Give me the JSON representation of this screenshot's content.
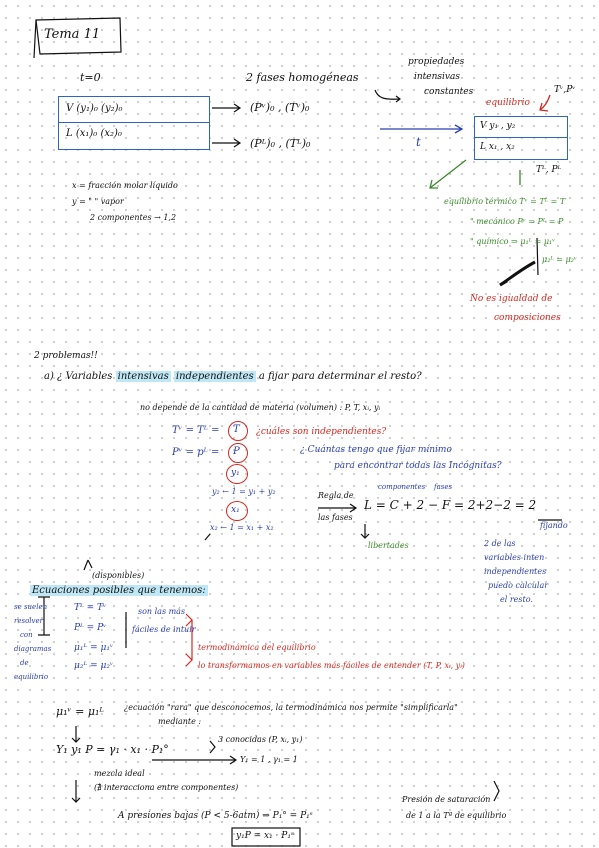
{
  "title": "Tema 11",
  "t0": "t=0",
  "fases": "2 fases homogéneas",
  "props": [
    "propiedades",
    "intensivas",
    "constantes"
  ],
  "vapor_row": "V  (y₁)₀ (y₂)₀",
  "liquid_row": "L  (x₁)₀ (x₂)₀",
  "vapor_props": "(Pᵛ)₀ , (Tᵛ)₀",
  "liquid_props": "(Pᴸ)₀ , (Tᴸ)₀",
  "t_arrow": "t",
  "equilibrio": "equilibrio",
  "tv_pv": "Tᵛ,Pᵛ",
  "eq_v_row": "V  y₁ , y₂",
  "eq_l_row": "L  x₁ , x₂",
  "tl_pl": "Tᴸ, Pᴸ",
  "defs": [
    "x = fracción molar líquido",
    "y = \"   \"    vapor",
    "2 componentes → 1,2"
  ],
  "eq_list": [
    "equilibrio térmico  Tᵛ = Tᴸ = T",
    "\" mecánico  Pᵛ = Pᴸ = P",
    "\" químico ⇒ μ₁ᴸ = μ₁ᵛ",
    "μ₂ᴸ = μ₂ᵛ"
  ],
  "no_igualdad": [
    "No es igualdad de",
    "composiciones"
  ],
  "problemas": "2 problemas!!",
  "q_a_prefix": "a) ¿ Variables",
  "q_a_intensivas": "intensivas",
  "q_a_indep": "independientes",
  "q_a_rest": "a fijar para determinar el resto?",
  "no_depende": "no depende de la cantidad de materia (volumen) : P, T, xᵢ, yᵢ",
  "tv_eq": "Tᵛ = Tᴸ =",
  "t_circ": "T",
  "cuales": "¿cuáles son independientes?",
  "pv_eq": "Pᵛ = pᴸ =",
  "p_circ": "P",
  "cuantas": [
    "¿ Cuántas tengo que fijar mínimo",
    "para encontrar todas las Incógnitas?"
  ],
  "y1_circ": "y₁",
  "y2_rel": "y₂ ←  1 = y₁ + y₂",
  "x1_circ": "x₁",
  "x2_rel": "x₂ ←  1 = x₁ + x₂",
  "regla": [
    "Regla de",
    "las fases"
  ],
  "componentes": "componentes",
  "fases_lbl": "fases",
  "formula": "L = C + 2 − F  =  2+2−2 = 2",
  "fijando": "fijando",
  "libertades": "libertades",
  "indep_note": [
    "2 de las",
    "variables inten",
    "independientes",
    "puedo calcular",
    "el resto."
  ],
  "disponibles": "(disponibles)",
  "ecuaciones": "Ecuaciones posibles que tenemos:",
  "side_note": [
    "se suelen",
    "resolver",
    "con",
    "diagramas",
    "de",
    "equilibrio"
  ],
  "eq_sys": [
    "Tᴸ = Tᵛ",
    "Pᴸ = Pᵛ",
    "μ₁ᴸ = μ₁ᵛ",
    "μ₂ᴸ = μ₂ᵛ"
  ],
  "son_mas": [
    "son las más",
    "fáciles de intuir"
  ],
  "termo": "termodinámica del equilibrio",
  "lo_transf": "lo transformamos en variables más fáciles de entender (T, P, xᵢ, yᵢ)",
  "mu_eq": "μ₁ᵛ = μ₁ᴸ",
  "ecuacion_rara": "¿ecuación \"rara\" que desconocemos, la termodinámica nos permite \"simplificarla\"",
  "mediante": "mediante :",
  "main_eq": "Y₁ y₁ P = γ₁ · x₁ · P₁°",
  "conocidas": "3 conocidas (P, xᵢ, y₁)",
  "mezcla": "mezcla ideal",
  "interaccion": "(∄ interacciona entre componentes)",
  "ideal_result": "Y₁ = 1 , γ₁ = 1",
  "presiones": "A presiones bajas  (P < 5-6atm) ⇒ P₁° = P₁ˢ",
  "presion_sat": [
    "Presión de saturación",
    "de 1 a la Tª de equilibrio"
  ],
  "final_eq": "y₁P = x₁ · P₁ˢ"
}
